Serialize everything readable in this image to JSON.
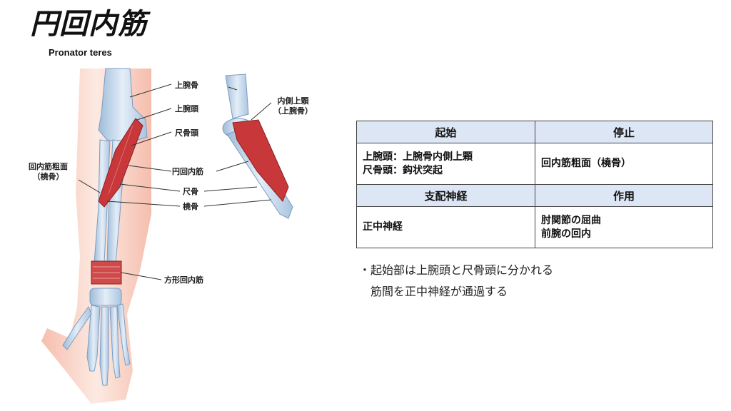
{
  "header": {
    "title": "円回内筋",
    "subtitle": "Pronator teres"
  },
  "labels": {
    "humerus": "上腕骨",
    "humeral_head": "上腕頭",
    "ulnar_head": "尺骨頭",
    "pronator_teres": "円回内筋",
    "ulna": "尺骨",
    "radius": "橈骨",
    "pronator_quadratus": "方形回内筋",
    "insertion_l1": "回内筋粗面",
    "insertion_l2": "（橈骨）",
    "epicondyle_l1": "内側上顆",
    "epicondyle_l2": "（上腕骨）"
  },
  "table": {
    "origin_header": "起始",
    "insertion_header": "停止",
    "origin_line1": "上腕頭：上腕骨内側上顆",
    "origin_line2": "尺骨頭：鈎状突起",
    "insertion_value": "回内筋粗面（橈骨）",
    "nerve_header": "支配神経",
    "action_header": "作用",
    "nerve_value": "正中神経",
    "action_line1": "肘関節の屈曲",
    "action_line2": "前腕の回内"
  },
  "notes": {
    "line1": "・起始部は上腕頭と尺骨頭に分かれる",
    "line2": "筋間を正中神経が通過する"
  },
  "colors": {
    "bone": "#c9dcef",
    "muscle": "#c8383a",
    "skin": "#f6c9b8",
    "header_fill": "#dde6f4"
  }
}
